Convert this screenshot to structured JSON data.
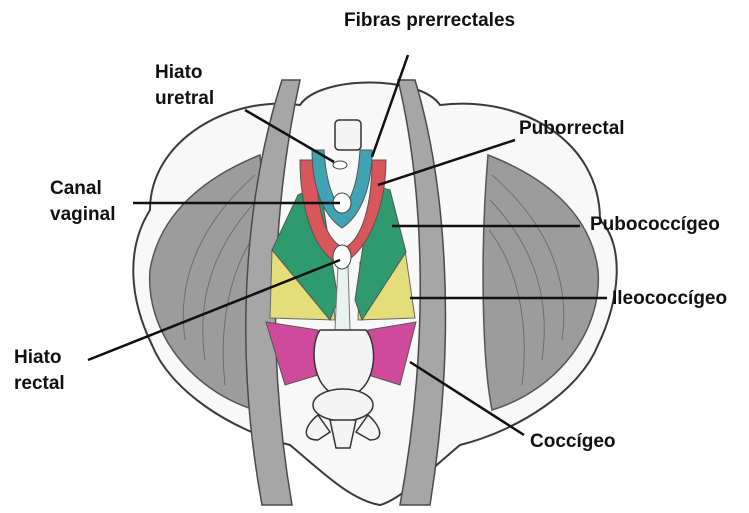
{
  "labels": {
    "fibras_prerrectales": "Fibras prerrectales",
    "hiato_uretral": {
      "line1": "Hiato",
      "line2": "uretral"
    },
    "canal_vaginal": {
      "line1": "Canal",
      "line2": "vaginal"
    },
    "hiato_rectal": {
      "line1": "Hiato",
      "line2": "rectal"
    },
    "puborrectal": "Puborrectal",
    "pubococcigeo": "Pubococcígeo",
    "ileococcigeo": "Ileococcígeo",
    "coccigeo": "Coccígeo"
  },
  "colors": {
    "puborrectal": "#d9565a",
    "pubococcigeo": "#2f9a6e",
    "ileococcigeo": "#e4de7a",
    "coccigeo": "#cf4a9a",
    "fibras_prerrectales": "#3fa3b4",
    "obturator_muscle": "#9a9a9a",
    "bone": "#f4f4f4"
  }
}
